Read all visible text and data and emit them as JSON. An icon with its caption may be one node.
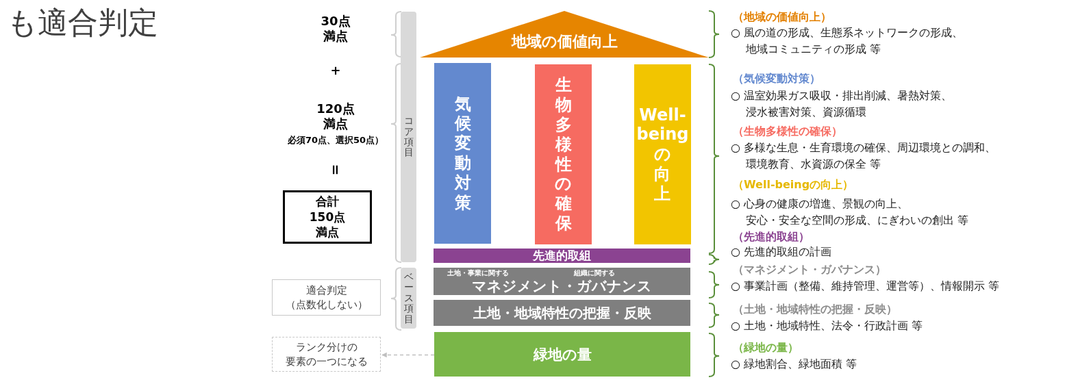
{
  "diagram": {
    "title": "も適合判定",
    "nodes": [
      {
        "text": [
          "地域の価値向上"
        ]
      },
      {
        "text": [
          "気候変動対策"
        ]
      },
      {
        "text": [
          "生物多様性の確保"
        ]
      },
      {
        "text": [
          "Well-beingの向上"
        ]
      },
      {
        "text": [
          "先進的取組"
        ]
      },
      {
        "text": [
          "土地・事業に関する",
          "組織に関する",
          "マネジメント・ガバナンス"
        ]
      },
      {
        "text": [
          "土地・地域特性の把握・反映"
        ]
      },
      {
        "text": [
          "緑地の量"
        ]
      },
      {
        "text": [
          "ランク分けの要素の一つになる"
        ]
      },
      {
        "text": [
          "適合判定（点数化しない）"
        ]
      },
      {
        "text": [
          "合計150点満点"
        ]
      },
      {
        "text": [
          "コア項目"
        ]
      },
      {
        "text": [
          "ベース項目"
        ]
      }
    ],
    "edges": [
      {
        "from": 7,
        "to": 8,
        "arrow": "to",
        "style": "dashed",
        "color": "#bfbfbf"
      }
    ],
    "labels": [
      "30点満点",
      "+",
      "120点満点",
      "必須70点、選択50点）",
      "=",
      "（地域の価値向上）",
      "○ 風の道の形成、生態系ネットワークの形成、地域コミュニティの形成 等",
      "（気候変動対策）",
      "○ 温室効果ガス吸収・排出削減、暑熱対策、浸水被害対策、資源循環",
      "（生物多様性の確保）",
      "○ 多様な生息・生育環境の確保、周辺環境との調和、環境教育、水資源の保全 等",
      "（Well-beingの向上）",
      "○ 心身の健康の増進、景観の向上、安心・安全な空間の形成、にぎわいの創出 等",
      "（先進的取組）",
      "○ 先進的取組の計画",
      "（マネジメント・ガバナンス）",
      "○ 事業計画（整備、維持管理、運営等）、情報開示 等",
      "（土地・地域特性の把握・反映）",
      "○ 土地・地域特性、法令・行政計画 等",
      "（緑地の量）",
      "○ 緑地割合、緑地面積 等"
    ]
  }
}
